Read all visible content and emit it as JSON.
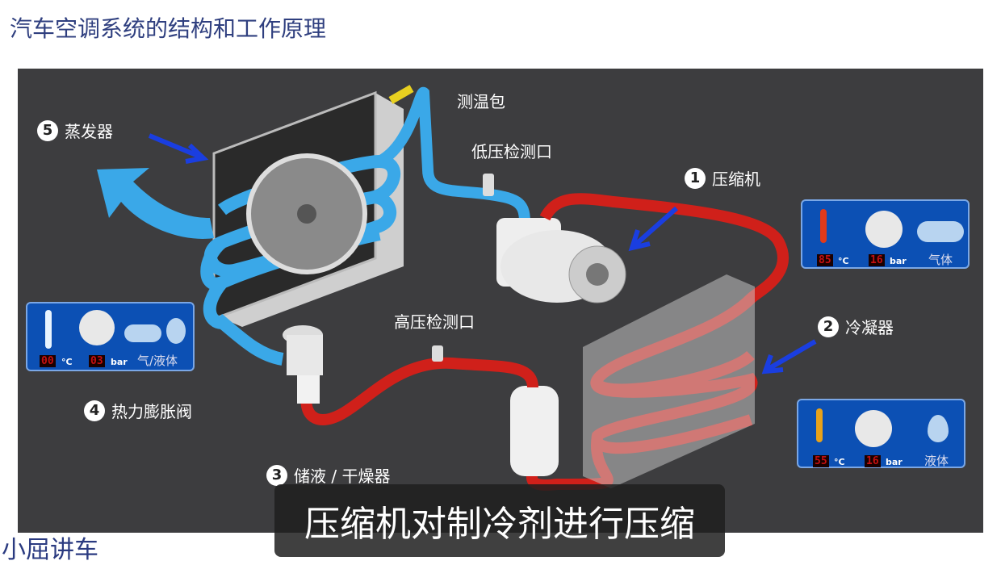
{
  "title": "汽车空调系统的结构和工作原理",
  "labels": {
    "sensor": "测温包",
    "low_port": "低压检测口",
    "high_port": "高压检测口"
  },
  "components": [
    {
      "num": "1",
      "name": "压缩机"
    },
    {
      "num": "2",
      "name": "冷凝器"
    },
    {
      "num": "3",
      "name": "储液 / 干燥器"
    },
    {
      "num": "4",
      "name": "热力膨胀阀"
    },
    {
      "num": "5",
      "name": "蒸发器"
    }
  ],
  "status_boxes": {
    "compressor_out": {
      "temp": "85",
      "temp_unit": "°C",
      "pressure": "16",
      "pressure_unit": "bar",
      "state": "气体"
    },
    "condenser_out": {
      "temp": "55",
      "temp_unit": "°C",
      "pressure": "16",
      "pressure_unit": "bar",
      "state": "液体"
    },
    "evaporator_in": {
      "temp": "00",
      "temp_unit": "°C",
      "pressure": "03",
      "pressure_unit": "bar",
      "state": "气/液体"
    }
  },
  "colors": {
    "hot": "#d0201a",
    "cold": "#3aa8e8",
    "box": "#0c50b4"
  },
  "watermark": "小屈讲车",
  "subtitle": "压缩机对制冷剂进行压缩"
}
